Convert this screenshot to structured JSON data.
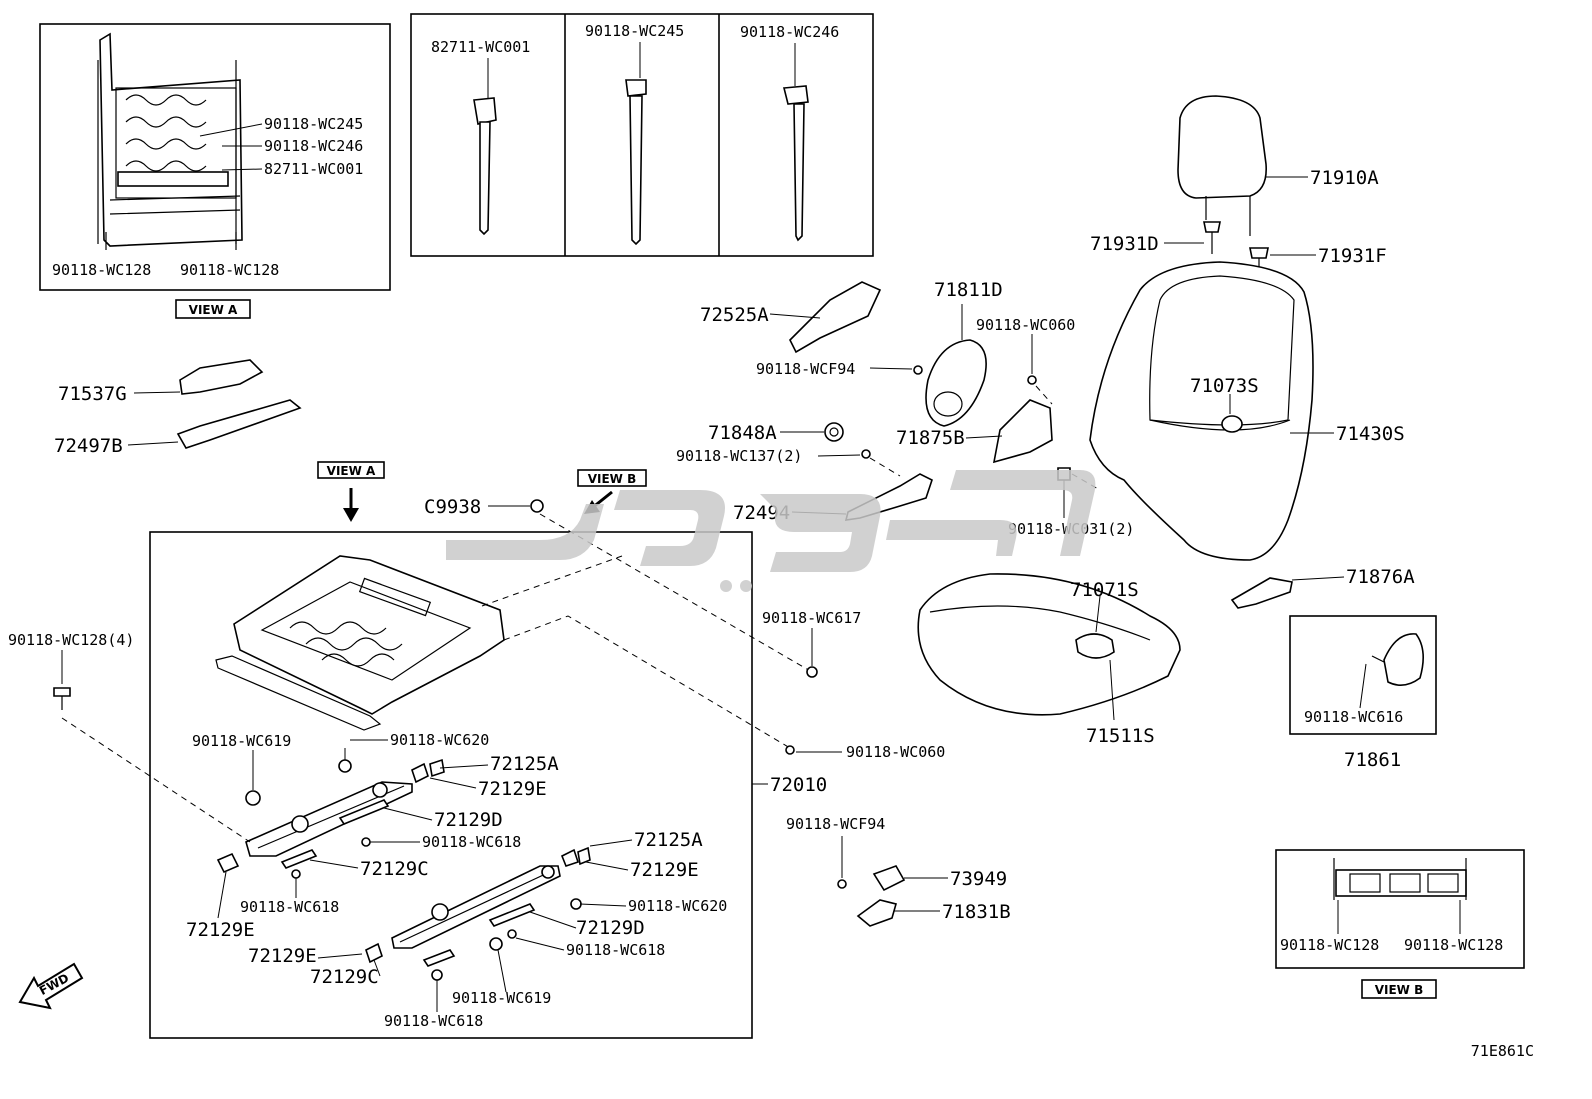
{
  "diagram_code": "71E861C",
  "view_tags": {
    "view_a_inset": "VIEW A",
    "view_a_arrow": "VIEW A",
    "view_b_arrow": "VIEW B",
    "view_b_inset": "VIEW B"
  },
  "fwd_label": "FWD",
  "watermark": "شيكو",
  "labels": {
    "va_wc245": "90118-WC245",
    "va_wc246": "90118-WC246",
    "va_wc001": "82711-WC001",
    "va_wc128_l": "90118-WC128",
    "va_wc128_r": "90118-WC128",
    "box_wc001": "82711-WC001",
    "box_wc245": "90118-WC245",
    "box_wc246": "90118-WC246",
    "p71537g": "71537G",
    "p72497b": "72497B",
    "p72525a": "72525A",
    "wcf94_a": "90118-WCF94",
    "p71811d": "71811D",
    "wc060_a": "90118-WC060",
    "p71910a": "71910A",
    "p71931d": "71931D",
    "p71931f": "71931F",
    "p71073s": "71073S",
    "p71430s": "71430S",
    "p71848a": "71848A",
    "p71875b": "71875B",
    "wc137": "90118-WC137(2)",
    "p72494": "72494",
    "pc9938": "C9938",
    "wc031": "90118-WC031(2)",
    "p71876a": "71876A",
    "p71071s": "71071S",
    "wc617": "90118-WC617",
    "p71511s": "71511S",
    "wc616": "90118-WC616",
    "p71861": "71861",
    "wc128_4": "90118-WC128(4)",
    "wc619_a": "90118-WC619",
    "wc620_a": "90118-WC620",
    "p72125a_1": "72125A",
    "p72129e_1": "72129E",
    "wc060_b": "90118-WC060",
    "p72010": "72010",
    "p72129d_1": "72129D",
    "wc618_a": "90118-WC618",
    "p72129c_1": "72129C",
    "wc618_b": "90118-WC618",
    "p72129e_2": "72129E",
    "p72125a_2": "72125A",
    "p72129e_3": "72129E",
    "wc620_b": "90118-WC620",
    "p72129d_2": "72129D",
    "wc618_c": "90118-WC618",
    "p72129e_4": "72129E",
    "p72129c_2": "72129C",
    "wc619_b": "90118-WC619",
    "wc618_d": "90118-WC618",
    "wcf94_b": "90118-WCF94",
    "p73949": "73949",
    "p71831b": "71831B",
    "vb_wc128_l": "90118-WC128",
    "vb_wc128_r": "90118-WC128"
  }
}
